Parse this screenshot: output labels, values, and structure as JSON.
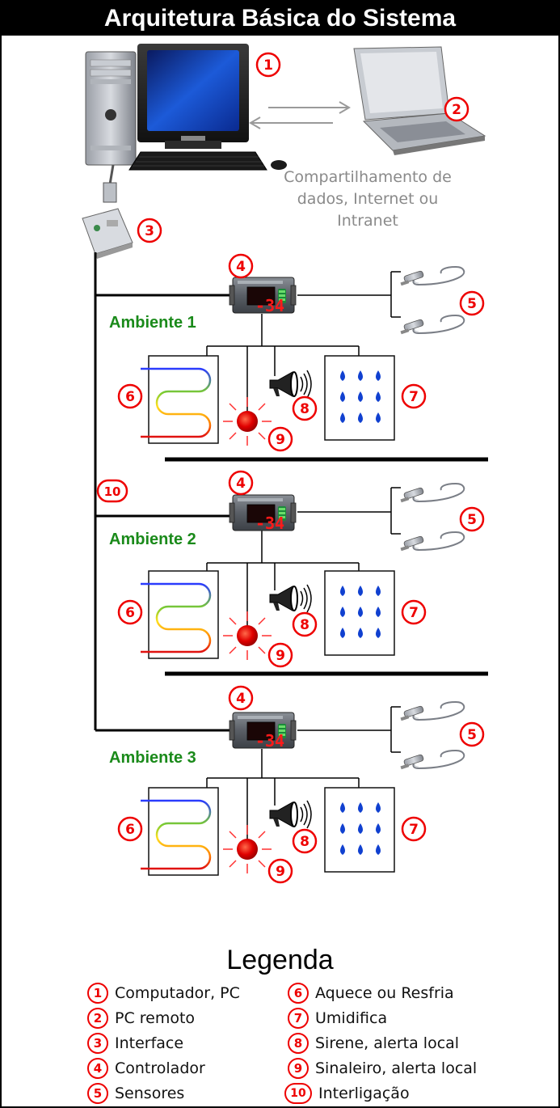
{
  "title": "Arquitetura Básica do Sistema",
  "caption_line1": "Compartilhamento de",
  "caption_line2": "dados, Internet ou Intranet",
  "ambientes": [
    "Ambiente 1",
    "Ambiente 2",
    "Ambiente 3"
  ],
  "controller_display": "-34",
  "legend": {
    "title": "Legenda",
    "items": [
      {
        "num": "1",
        "label": "Computador, PC"
      },
      {
        "num": "2",
        "label": "PC remoto"
      },
      {
        "num": "3",
        "label": "Interface"
      },
      {
        "num": "4",
        "label": "Controlador"
      },
      {
        "num": "5",
        "label": "Sensores"
      },
      {
        "num": "6",
        "label": "Aquece ou Resfria"
      },
      {
        "num": "7",
        "label": "Umidifica"
      },
      {
        "num": "8",
        "label": "Sirene, alerta local"
      },
      {
        "num": "9",
        "label": "Sinaleiro, alerta local"
      },
      {
        "num": "10",
        "label": "Interligação"
      }
    ]
  },
  "colors": {
    "marker_red": "#ee0000",
    "ambiente_green": "#1a8a1a",
    "water_blue": "#1040d0",
    "display_red": "#ff1a1a",
    "caption_gray": "#8a8a8a"
  },
  "icons": [
    "desktop-pc-icon",
    "laptop-icon",
    "interface-box-icon",
    "controller-icon",
    "sensor-probe-icon",
    "heating-coil-icon",
    "humidifier-icon",
    "siren-icon",
    "beacon-icon"
  ]
}
